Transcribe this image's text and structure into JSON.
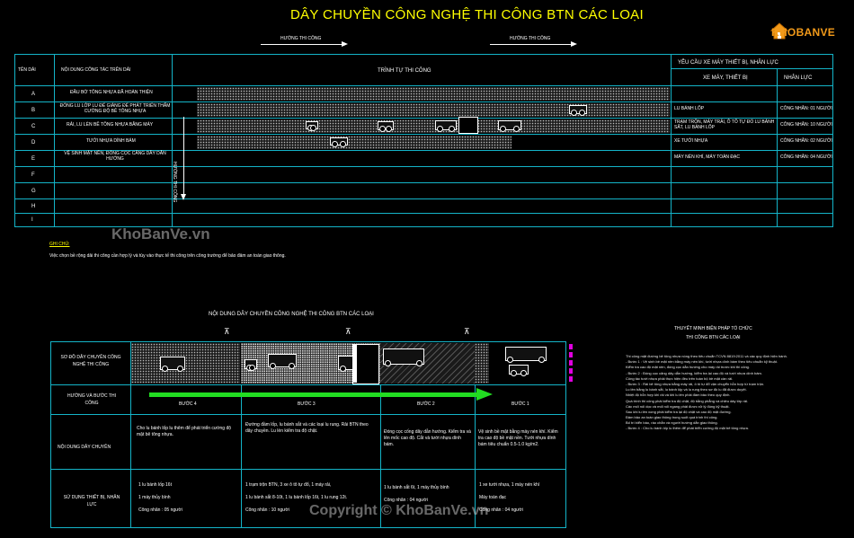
{
  "title": "DÂY CHUYỀN CÔNG NGHỆ THI CÔNG BTN CÁC LOẠI",
  "logo": {
    "text": "KHOBANVE",
    "icon": "house-icon"
  },
  "top": {
    "direction_1": "HƯỚNG THI CÔNG",
    "direction_2": "HƯỚNG THI CÔNG",
    "headers": {
      "ten_dai": "TÊN DẢI",
      "noi_dung": "NỘI DUNG CÔNG TÁC TRÊN DẢI",
      "trinh_tu": "TRÌNH TỰ THI CÔNG",
      "yeu_cau": "YÊU CẦU XE MÁY THIẾT BỊ, NHÂN LỰC",
      "xe_may": "XE MÁY, THIẾT BỊ",
      "nhan_luc": "NHÂN LỰC"
    },
    "side_direction": "HƯỚNG THI CÔNG",
    "rows": [
      {
        "code": "A",
        "content": "ĐẦU BỜ TÔNG NHỰA ĐÃ HOÀN THIỆN",
        "equipment": "",
        "labor": ""
      },
      {
        "code": "B",
        "content": "ĐỔNG LU LỚP LU ĐỂ GIÀNG ĐỂ PHÁT TRIỂN THẤM CƯỜNG ĐỘ BÊ TÔNG NHỰA",
        "equipment": "LU BÁNH LỐP",
        "labor": "CÔNG NHÂN: 01 NGƯỜI"
      },
      {
        "code": "C",
        "content": "RẢI, LU LÈN BÊ TÔNG NHỰA BẰNG MÁY",
        "equipment": "TRẠM TRỘN, MÁY TRẢI, Ô TÔ TỰ ĐỔ LU BÁNH SẮT, LU BÁNH LỐP",
        "labor": "CÔNG NHÂN: 10 NGƯỜI"
      },
      {
        "code": "D",
        "content": "TƯỚI NHỰA DÍNH BÁM",
        "equipment": "XE TƯỚI NHỰA",
        "labor": "CÔNG NHÂN: 02 NGƯỜI"
      },
      {
        "code": "E",
        "content": "VỆ SINH MẶT NỀN, ĐÓNG CỌC CĂNG DÂY DẪN HƯỚNG",
        "equipment": "MÁY NÉN KHÍ, MÁY TOÀN ĐẠC",
        "labor": "CÔNG NHÂN: 04 NGƯỜI"
      },
      {
        "code": "F",
        "content": "",
        "equipment": "",
        "labor": ""
      },
      {
        "code": "G",
        "content": "",
        "equipment": "",
        "labor": ""
      },
      {
        "code": "H",
        "content": "",
        "equipment": "",
        "labor": ""
      },
      {
        "code": "I",
        "content": "",
        "equipment": "",
        "labor": ""
      }
    ],
    "note_title": "GHI CHÚ:",
    "note_text": "Việc chọn bề rộng dải thi công cần hợp lý và tùy vào thực tế thi công trên công trường để bảo đảm an toàn giao thông."
  },
  "bottom": {
    "title": "NỘI DUNG DÂY CHUYỀN CÔNG NGHỆ THI CÔNG BTN CÁC LOẠI",
    "row_labels": {
      "so_do": "SƠ ĐỒ DÂY CHUYỀN CÔNG NGHỆ THI CÔNG",
      "huong": "HƯỚNG VÀ BƯỚC THI CÔNG",
      "noi_dung": "NỘI DUNG DÂY CHUYỀN",
      "su_dung": "SỬ DỤNG THIẾT BỊ, NHÂN LỰC"
    },
    "steps": [
      {
        "label": "BƯỚC 4",
        "content": "Cho lu bánh lốp lu thêm để phát triển cường độ mặt bê tông nhựa.",
        "resources": [
          "1 lu bánh lốp 16t",
          "1 máy thủy bình",
          "Công nhân : 05 người"
        ]
      },
      {
        "label": "BƯỚC 3",
        "content": "Đường đầm lốp, lu bánh sắt và các loại lu rung. Rải BTN theo dây chuyền. Lu lèn kiểm tra độ chặt.",
        "resources": [
          "1 trạm trộn BTN, 3 xe ô tô tự đổ, 1 máy rải,",
          "1 lu bánh sắt 8-10t, 1 lu bánh lốp 16t, 1 lu rung 12t.",
          "Công nhân : 10 người"
        ]
      },
      {
        "label": "BƯỚC 2",
        "content": "Đóng cọc cống dây dẫn hướng. Kiểm tra và lên mốc cao độ. Cắt và tưới nhựa dính bám.",
        "resources": [
          "1 lu bánh sắt 6t, 1 máy thủy bình",
          "Công nhân : 04 người"
        ]
      },
      {
        "label": "BƯỚC 1",
        "content": "Vệ sinh bề mặt bằng máy nén khí. Kiểm tra cao độ bề mặt nền. Tưới nhựa dính bám tiêu chuẩn 0.5-1.0 kg/m2.",
        "resources": [
          "1 xe tưới nhựa, 1 máy nén khí",
          "Máy toàn đạc",
          "Công nhân : 04 người"
        ]
      }
    ],
    "explain_title_1": "THUYẾT MINH BIỆN PHÁP TỔ CHỨC",
    "explain_title_2": "THI CÔNG BTN CÁC LOẠI",
    "explain_lines": [
      "Thi công mặt đường bê tông nhựa nóng theo tiêu chuẩn TCVN 8819:2011 và các quy định hiện hành.",
      "- Bước 1 : Vệ sinh bề mặt nền bằng máy nén khí, tưới nhựa dính bám theo tiêu chuẩn kỹ thuật.",
      "Kiểm tra cao độ mặt nền, đóng cọc dẫn hướng cho máy rải trước khi thi công.",
      "- Bước 2 : Đóng cọc căng dây dẫn hướng, kiểm tra lại cao độ và tưới nhựa dính bám.",
      "Công tác tưới nhựa phải thực hiện đều trên toàn bộ bề mặt cần rải.",
      "- Bước 3 : Rải bê tông nhựa bằng máy rải, ô tô tự đổ vận chuyển hỗn hợp từ trạm trộn.",
      "Lu lèn bằng lu bánh sắt, lu bánh lốp và lu rung theo sơ đồ lu đã được duyệt.",
      "Nhiệt độ hỗn hợp khi rải và khi lu lèn phải đảm bảo theo quy định.",
      "Quá trình thi công phải kiểm tra độ chặt, độ bằng phẳng và chiều dày lớp rải.",
      "Các mối nối dọc và mối nối ngang phải được xử lý đúng kỹ thuật.",
      "Sau khi lu lèn xong phải kiểm tra lại độ chặt và cao độ mặt đường.",
      "Đảm bảo an toàn giao thông trong suốt quá trình thi công.",
      "Bố trí biển báo, rào chắn và người hướng dẫn giao thông.",
      "- Bước 4 : Cho lu bánh lốp lu thêm để phát triển cường độ mặt bê tông nhựa."
    ]
  },
  "watermarks": [
    "KhoBanVe.vn",
    "Copyright © KhoBanVe.vn"
  ]
}
